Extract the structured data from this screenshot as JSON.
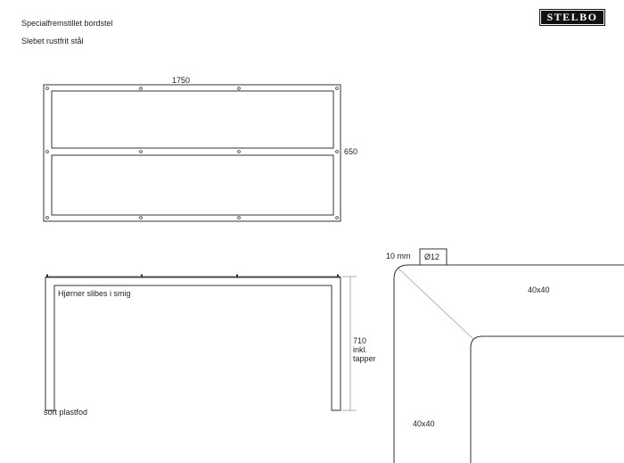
{
  "title_line1": "Specialfremstillet bordstel",
  "title_line2": "Slebet rustfrit stål",
  "logo_text": "STELBO",
  "top_view": {
    "length_label": "1750",
    "width_label": "650"
  },
  "side_view": {
    "note": "Hjørner slibes i smig",
    "height_label_lines": [
      "710",
      "inkl.",
      "tapper"
    ],
    "foot_note": "sort plastfod"
  },
  "detail_view": {
    "gap_label": "10 mm",
    "hole_label": "Ø12",
    "top_profile_label": "40x40",
    "leg_profile_label": "40x40"
  }
}
